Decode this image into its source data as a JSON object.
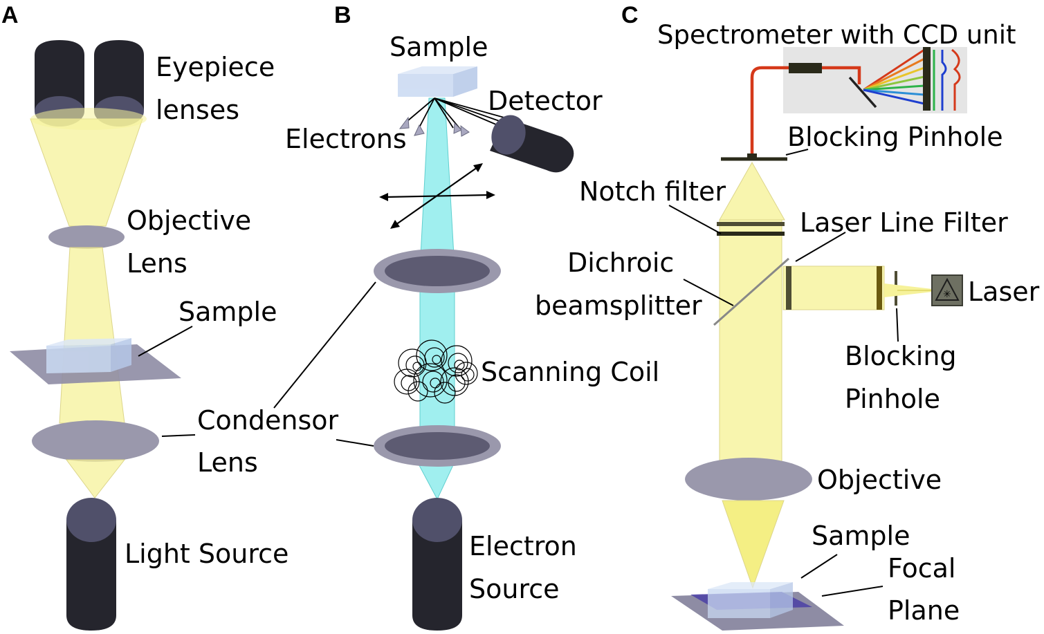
{
  "panels": {
    "a": {
      "letter": "A",
      "eyepiece_l1": "Eyepiece",
      "eyepiece_l2": "lenses",
      "objective_l1": "Objective",
      "objective_l2": "Lens",
      "sample": "Sample",
      "condensor_l1": "Condensor",
      "condensor_l2": "Lens",
      "light_source": "Light Source"
    },
    "b": {
      "letter": "B",
      "sample": "Sample",
      "detector": "Detector",
      "electrons": "Electrons",
      "scanning_coil": "Scanning Coil",
      "electron_source_l1": "Electron",
      "electron_source_l2": "Source"
    },
    "c": {
      "letter": "C",
      "spectrometer": "Spectrometer with CCD unit",
      "blocking_pinhole_top": "Blocking Pinhole",
      "notch_filter": "Notch filter",
      "laser_line_filter": "Laser Line Filter",
      "dichroic_l1": "Dichroic",
      "dichroic_l2": "beamsplitter",
      "laser": "Laser",
      "blocking_pinhole_l1": "Blocking",
      "blocking_pinhole_l2": "Pinhole",
      "objective": "Objective",
      "sample": "Sample",
      "focal_l1": "Focal",
      "focal_l2": "Plane"
    }
  },
  "colors": {
    "tube": "#25252d",
    "tube_end": "#50506a",
    "lens": "#9a98ac",
    "lens_dark": "#5d5b72",
    "light_beam": "#f6f29a",
    "electron_beam": "#8fecec",
    "sample_block": "#c9d9f2",
    "stage": "#8e8ca4",
    "laser_red": "#d5391a"
  }
}
